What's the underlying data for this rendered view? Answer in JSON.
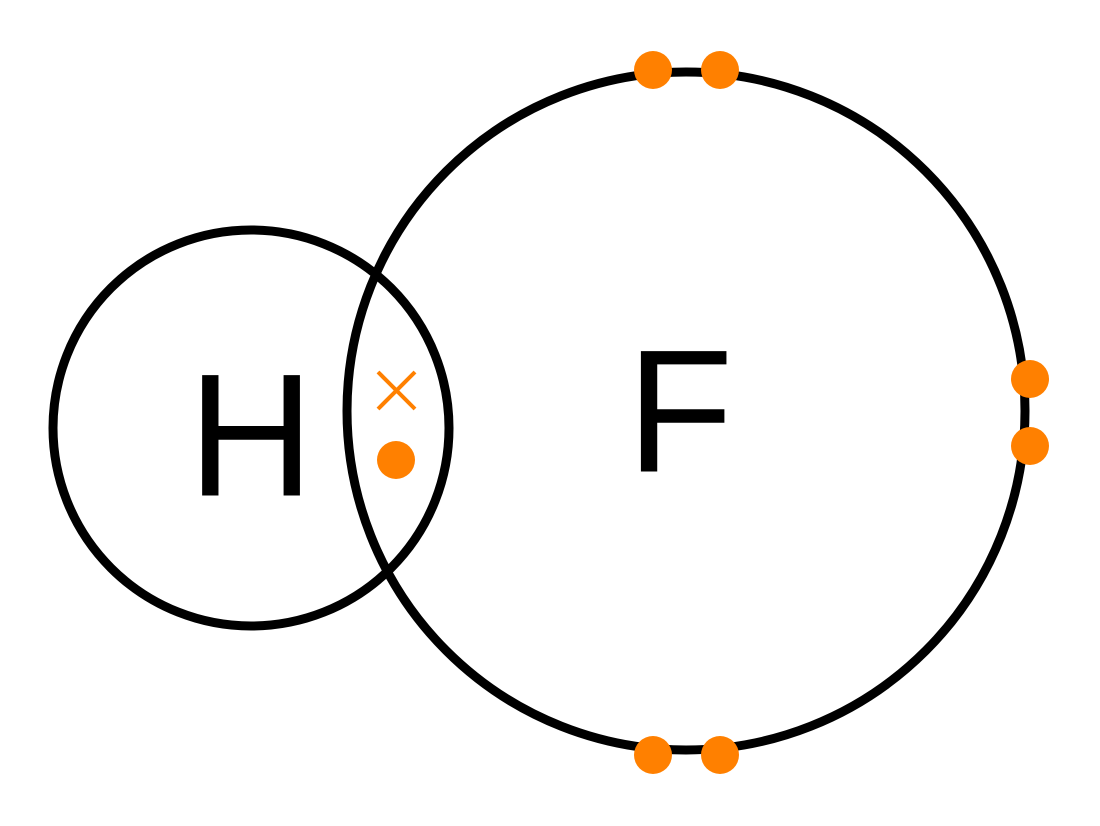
{
  "atoms": [
    {
      "id": "h",
      "symbol": "H"
    },
    {
      "id": "f",
      "symbol": "F"
    }
  ],
  "colors": {
    "shell": "#000000",
    "symbol": "#000000",
    "electron": "#ff8000",
    "background": "#ffffff"
  },
  "electrons": {
    "hydrogen_shared": {
      "marker": "cross",
      "count": 1
    },
    "fluorine_shared": {
      "marker": "dot",
      "count": 1
    },
    "fluorine_lone_pairs": {
      "marker": "dot",
      "pairs": 3
    }
  }
}
